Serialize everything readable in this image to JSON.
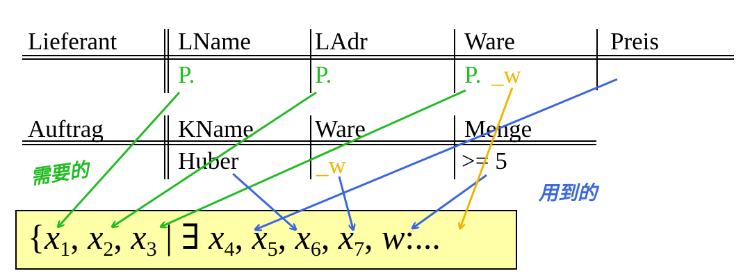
{
  "table1": {
    "name": "Lieferant",
    "columns": [
      "LName",
      "LAdr",
      "Ware",
      "Preis"
    ],
    "row": [
      "P.",
      "P.",
      "P.",
      "_w"
    ]
  },
  "table2": {
    "name": "Auftrag",
    "columns": [
      "KName",
      "Ware",
      "Menge"
    ],
    "row": [
      "Huber",
      "_w",
      ">= 5"
    ]
  },
  "annotations": {
    "left": "需要的",
    "right": "用到的"
  },
  "formula": {
    "open": "{",
    "x1": "x",
    "x1_sub": "1",
    "x2": "x",
    "x2_sub": "2",
    "x3": "x",
    "x3_sub": "3",
    "bar": "|",
    "exists": "∃",
    "x4": "x",
    "x4_sub": "4",
    "x5": "x",
    "x5_sub": "5",
    "x6": "x",
    "x6_sub": "6",
    "x7": "x",
    "x7_sub": "7",
    "w": "w",
    "tail": ":..."
  },
  "colors": {
    "green": "#22bb22",
    "blue": "#3a66e0",
    "orange": "#f2b400",
    "box_fill": "#ffffa8"
  }
}
